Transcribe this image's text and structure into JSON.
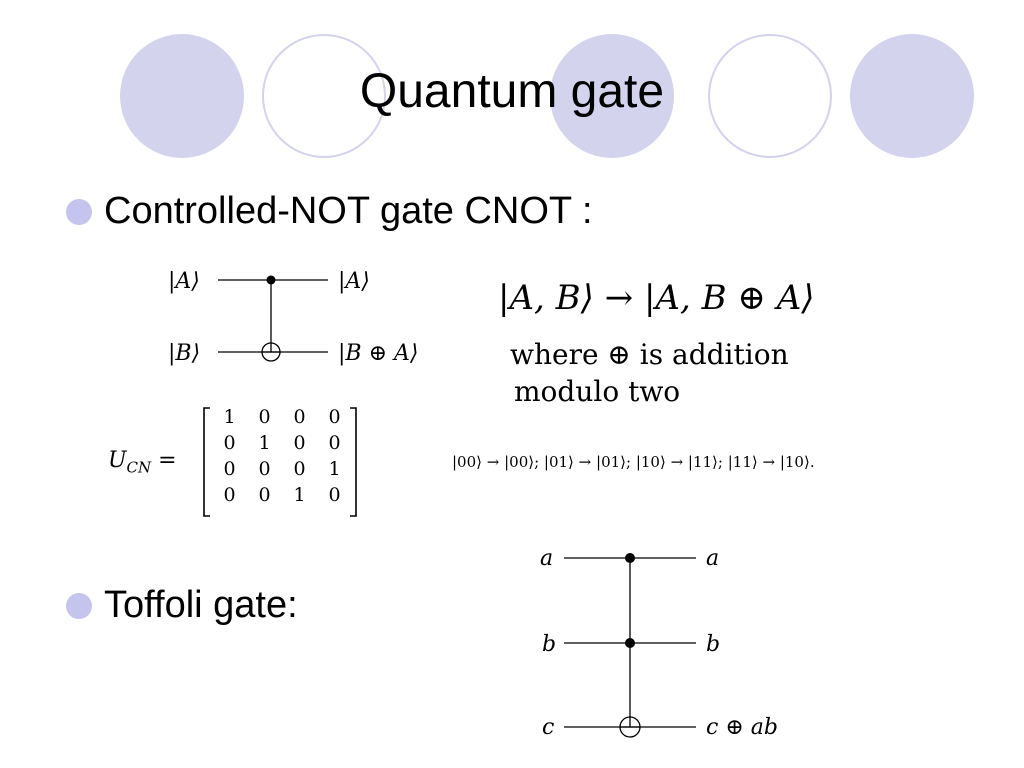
{
  "slide": {
    "title": "Quantum gate",
    "bullets": [
      {
        "label": "Controlled-NOT gate CNOT :"
      },
      {
        "label": "Toffoli gate:"
      }
    ]
  },
  "cnot": {
    "mapping": "|A, B⟩ → |A, B ⊕ A⟩",
    "explanation_line1": "where ⊕ is addition",
    "explanation_line2": "modulo two",
    "matrix_label": "U",
    "matrix_label_sub": "CN",
    "matrix_rows": [
      [
        "1",
        "0",
        "0",
        "0"
      ],
      [
        "0",
        "1",
        "0",
        "0"
      ],
      [
        "0",
        "0",
        "0",
        "1"
      ],
      [
        "0",
        "0",
        "1",
        "0"
      ]
    ],
    "truth_table": "|00⟩ → |00⟩;  |01⟩ → |01⟩;  |10⟩ → |11⟩;  |11⟩ → |10⟩.",
    "circuit": {
      "in_top": "|A⟩",
      "out_top": "|A⟩",
      "in_bottom": "|B⟩",
      "out_bottom": "|B ⊕ A⟩"
    }
  },
  "toffoli": {
    "in_a": "a",
    "out_a": "a",
    "in_b": "b",
    "out_b": "b",
    "in_c": "c",
    "out_c": "c ⊕ ab"
  },
  "colors": {
    "accent": "#d3d3ee",
    "bullet": "#c4c4ee"
  }
}
